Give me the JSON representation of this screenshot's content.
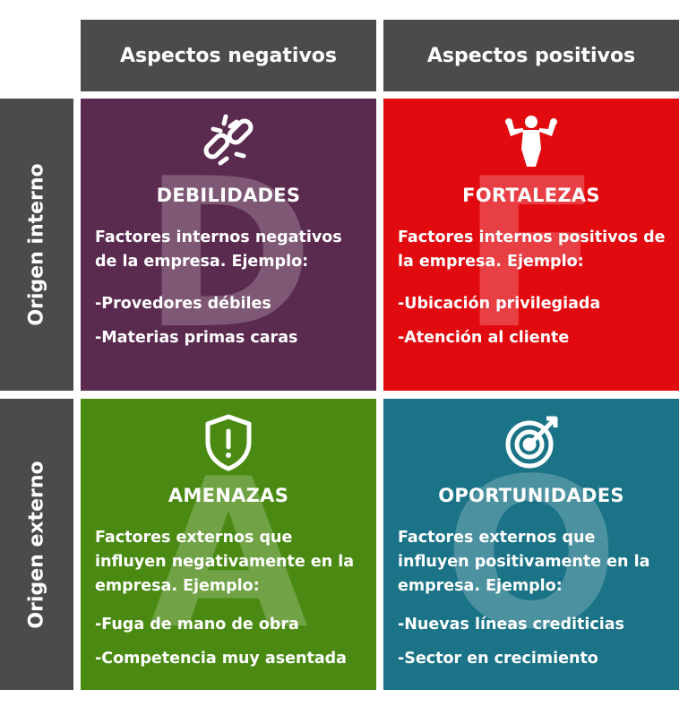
{
  "headers": {
    "negative": "Aspectos negativos",
    "positive": "Aspectos positivos"
  },
  "rows": {
    "internal": "Origen interno",
    "external": "Origen externo"
  },
  "colors": {
    "header_bg": "#4a4b4d",
    "debilidades": "#5a2a4f",
    "fortalezas": "#e10a0f",
    "amenazas": "#4a8a13",
    "oportunidades": "#1a7386"
  },
  "quadrants": {
    "debilidades": {
      "letter": "D",
      "icon": "broken-chain-icon",
      "title": "DEBILIDADES",
      "description": "Factores internos negativos de la empresa. Ejemplo:",
      "items": [
        "-Provedores débiles",
        "-Materias primas caras"
      ]
    },
    "fortalezas": {
      "letter": "F",
      "icon": "strong-man-icon",
      "title": "FORTALEZAS",
      "description": "Factores internos positivos de la empresa. Ejemplo:",
      "items": [
        "-Ubicación privilegiada",
        "-Atención al cliente"
      ]
    },
    "amenazas": {
      "letter": "A",
      "icon": "warning-shield-icon",
      "title": "AMENAZAS",
      "description": "Factores externos que influyen negativamente en la empresa. Ejemplo:",
      "items": [
        "-Fuga de mano de obra",
        "-Competencia muy asentada"
      ]
    },
    "oportunidades": {
      "letter": "O",
      "icon": "target-icon",
      "title": "OPORTUNIDADES",
      "description": "Factores externos que influyen positivamente en la empresa. Ejemplo:",
      "items": [
        "-Nuevas líneas crediticias",
        "-Sector en crecimiento"
      ]
    }
  }
}
